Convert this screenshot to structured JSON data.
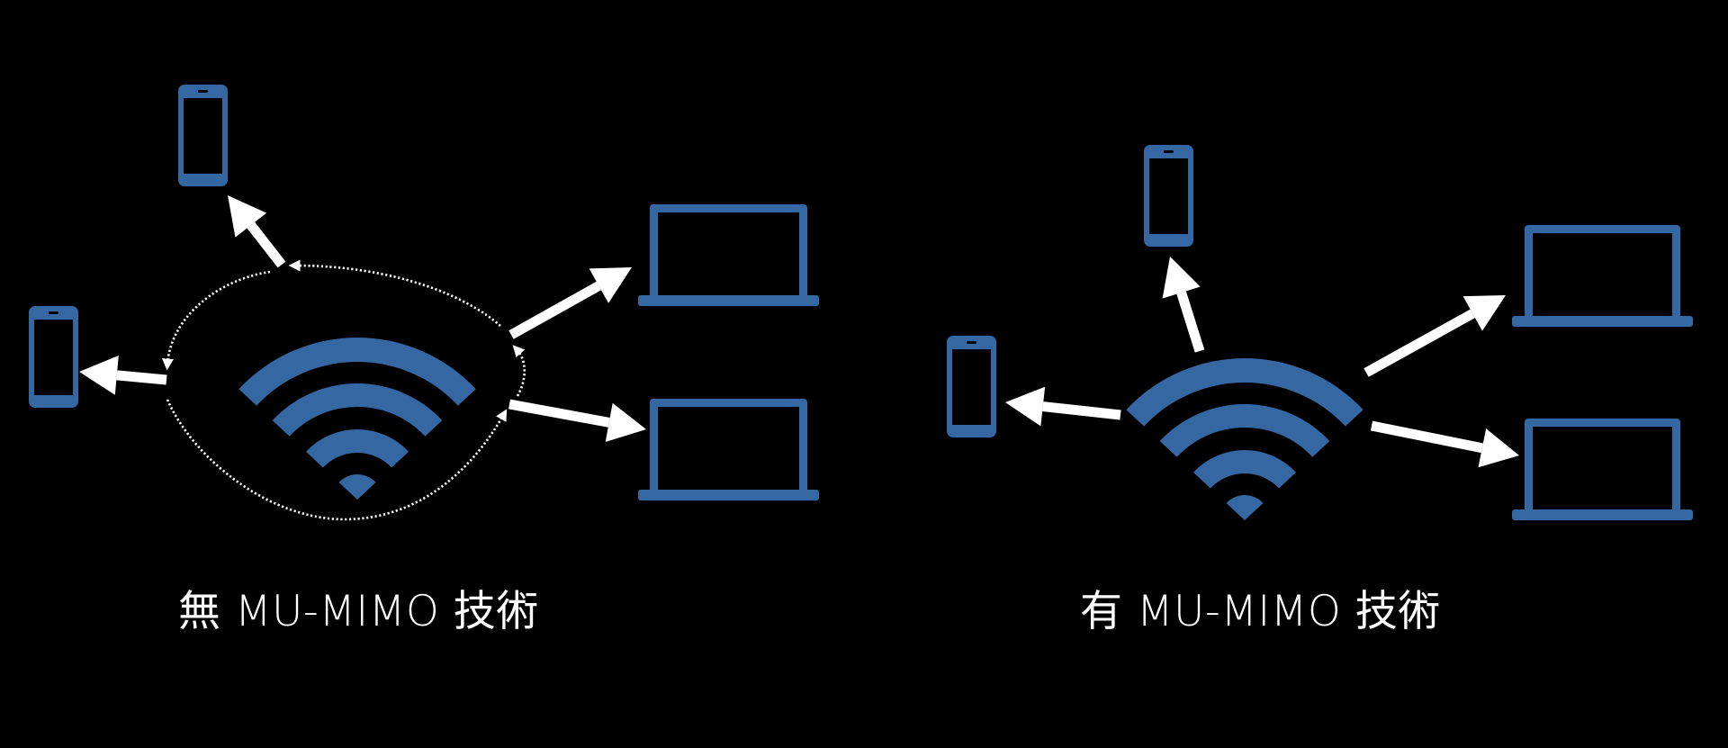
{
  "colors": {
    "background": "#000000",
    "device": "#3567a3",
    "arrow": "#ffffff"
  },
  "panels": [
    {
      "id": "without",
      "caption": "無 MU-MIMO 技術",
      "icons": [
        "wifi-router-icon",
        "smartphone-icon",
        "smartphone-icon",
        "laptop-icon",
        "laptop-icon"
      ],
      "transmission": "sequential"
    },
    {
      "id": "with",
      "caption": "有 MU-MIMO 技術",
      "icons": [
        "wifi-router-icon",
        "smartphone-icon",
        "smartphone-icon",
        "laptop-icon",
        "laptop-icon"
      ],
      "transmission": "simultaneous"
    }
  ]
}
